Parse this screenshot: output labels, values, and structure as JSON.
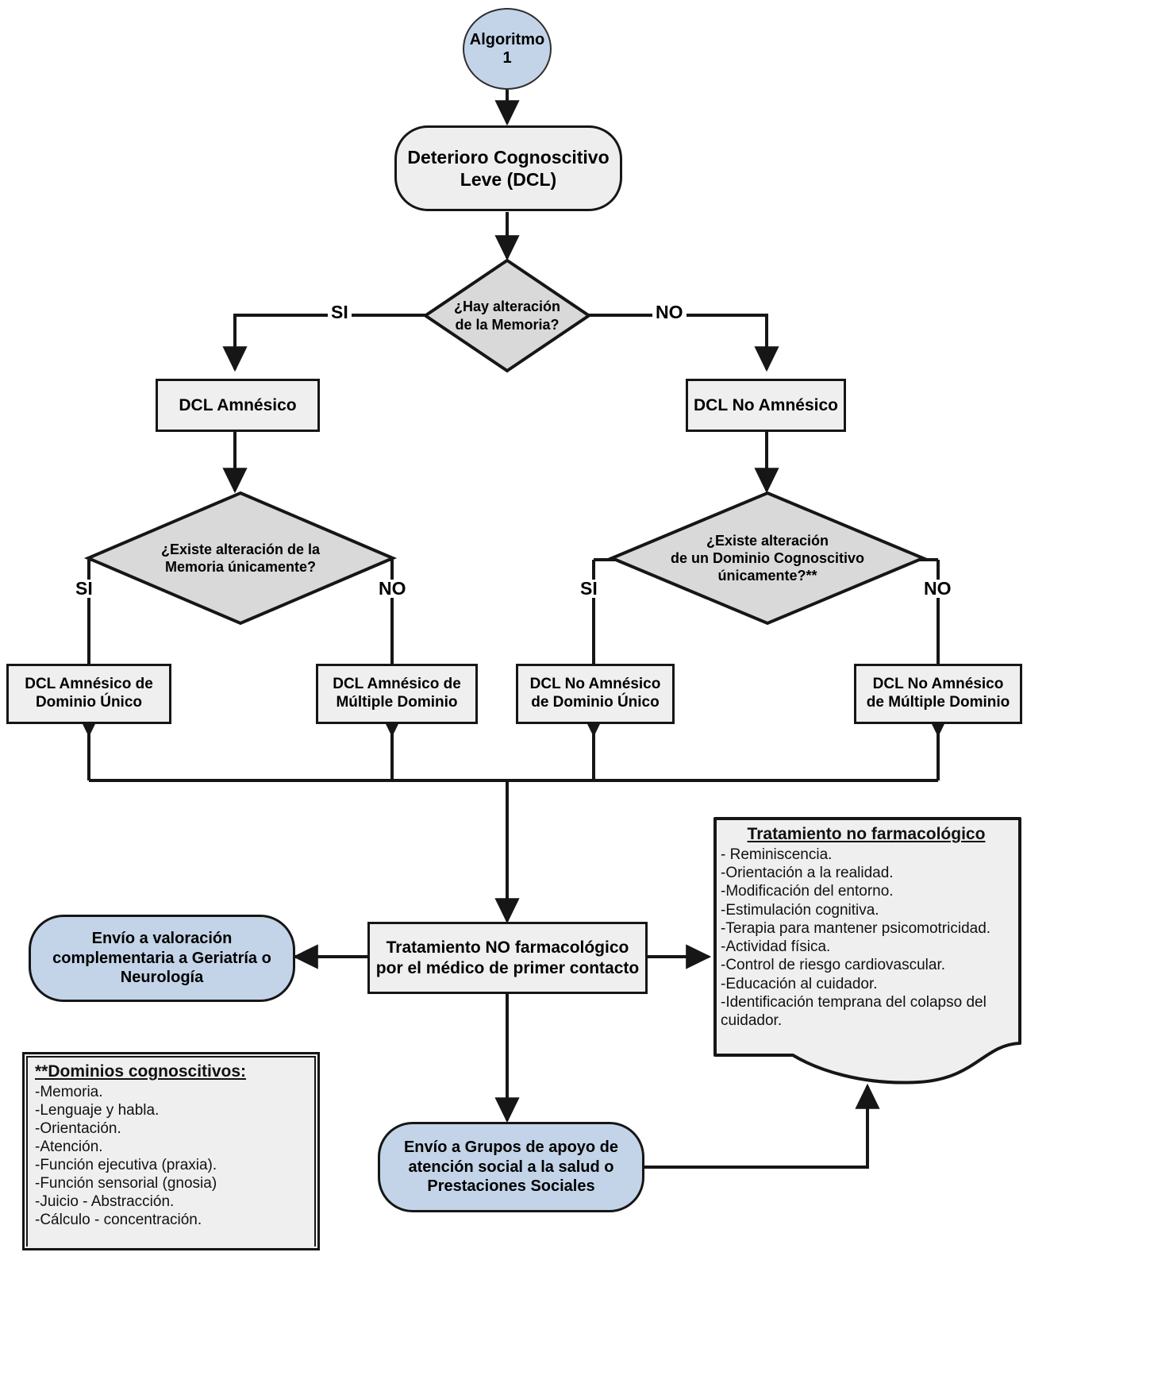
{
  "diagram": {
    "title": "Algoritmo 1 - Deterioro Cognoscitivo Leve (DCL)",
    "colors": {
      "terminator_fill": "#c3d4e8",
      "process_fill": "#efefef",
      "decision_fill": "#d9d9d9",
      "stroke": "#161616"
    },
    "nodes": {
      "start": "Algoritmo\n1",
      "start_line1": "Algoritmo",
      "start_line2": "1",
      "dcl": "Deterioro Cognoscitivo Leve (DCL)",
      "dcl_line1": "Deterioro Cognoscitivo",
      "dcl_line2": "Leve (DCL)",
      "d1_line1": "¿Hay alteración",
      "d1_line2": "de la Memoria?",
      "amnesico": "DCL Amnésico",
      "no_amnesico": "DCL No Amnésico",
      "d2_line1": "¿Existe alteración de la",
      "d2_line2": "Memoria únicamente?",
      "d3_line1": "¿Existe alteración",
      "d3_line2": "de un Dominio Cognoscitivo",
      "d3_line3": "únicamente?**",
      "r1_line1": "DCL Amnésico de",
      "r1_line2": "Dominio Único",
      "r2_line1": "DCL Amnésico de",
      "r2_line2": "Múltiple Dominio",
      "r3_line1": "DCL No Amnésico",
      "r3_line2": "de Dominio Único",
      "r4_line1": "DCL No Amnésico",
      "r4_line2": "de Múltiple Dominio",
      "tratamiento_line1": "Tratamiento NO farmacológico",
      "tratamiento_line2": "por el médico de primer contacto",
      "envio_valoracion_line1": "Envío a valoración",
      "envio_valoracion_line2": "complementaria a Geriatría o",
      "envio_valoracion_line3": "Neurología",
      "envio_grupos_line1": "Envío a Grupos de apoyo de",
      "envio_grupos_line2": "atención social a la salud o",
      "envio_grupos_line3": "Prestaciones Sociales"
    },
    "edge_labels": {
      "d1_yes": "SI",
      "d1_no": "NO",
      "d2_yes": "SI",
      "d2_no": "NO",
      "d3_yes": "SI",
      "d3_no": "NO"
    },
    "notes": {
      "treatment": {
        "title": "Tratamiento no farmacológico",
        "items": [
          "- Reminiscencia.",
          "-Orientación a la realidad.",
          "-Modificación del entorno.",
          "-Estimulación cognitiva.",
          "-Terapia para mantener psicomotricidad.",
          "-Actividad física.",
          "-Control de riesgo cardiovascular.",
          "-Educación al cuidador.",
          "-Identificación temprana del colapso del cuidador."
        ]
      },
      "domains": {
        "title": "**Dominios cognoscitivos:",
        "items": [
          "-Memoria.",
          "-Lenguaje y habla.",
          "-Orientación.",
          "-Atención.",
          "-Función ejecutiva (praxia).",
          "-Función sensorial (gnosia)",
          "-Juicio - Abstracción.",
          "-Cálculo - concentración."
        ]
      }
    }
  }
}
